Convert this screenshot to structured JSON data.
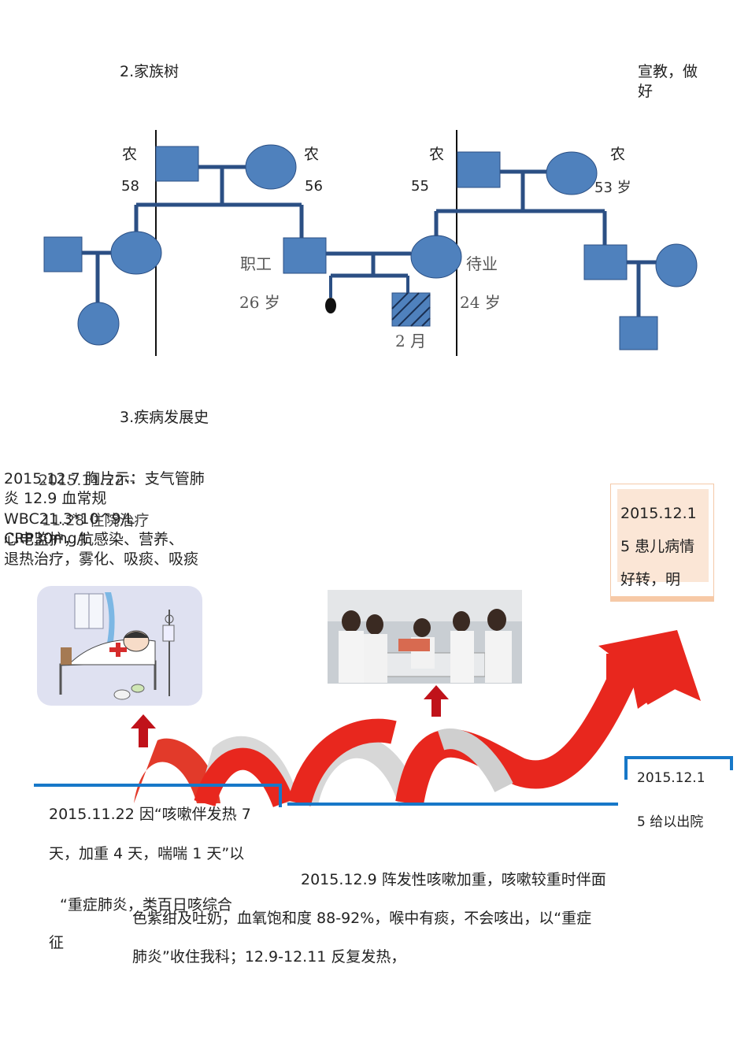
{
  "header": {
    "section_family_tree": "2.家族树",
    "side_note": "宣教，做好"
  },
  "pedigree": {
    "top_occupations": [
      "农",
      "农",
      "农",
      "农"
    ],
    "grandparent_ages": [
      "58",
      "56",
      "55",
      "53 岁"
    ],
    "father_occupation": "职工",
    "father_age": "26 岁",
    "mother_occupation": "待业",
    "mother_age": "24 岁",
    "patient_age": "2 月"
  },
  "section_history": "3.疾病发展史",
  "timeline": {
    "left_block_line1": "2015.12.7 胸片示：支气管肺",
    "left_block_overlap": "2015.11.22--",
    "left_block_line2": "炎 12.9 血常规",
    "left_block_line3": "WBC21.3*10^9/L CRP30mg/L",
    "left_block_overlap2": "11.28 住院治疗",
    "left_block_line4": "心电监护，抗感染、营养、",
    "left_block_line5": "退热治疗，雾化、吸痰、吸痰",
    "card_line1": "2015.12.1",
    "card_line2": "5 患儿病情",
    "card_line3": "好转，明",
    "right_box_line1": "2015.12.1",
    "right_box_line2": "5 给以出院",
    "left_box_line1": "2015.11.22 因“咳嗽伴发热 7",
    "left_box_line2": "天，加重 4 天，喘喘 1 天”以",
    "left_box_line3": "“重症肺炎，类百日咳综合",
    "left_box_line4": "征",
    "main_line1": "2015.12.9 阵发性咳嗽加重，咳嗽较重时伴面",
    "main_line2": "色紫绀及吐奶，血氧饱和度 88-92%，喉中有痰，不会咳出，以“重症",
    "main_line3": "肺炎”收住我科；12.9-12.11 反复发热，"
  },
  "colors": {
    "pedigree_blue": "#4f81bd",
    "pedigree_line": "#2b4f84",
    "arrow_red": "#e8271e",
    "accent_blue": "#1778c8"
  }
}
